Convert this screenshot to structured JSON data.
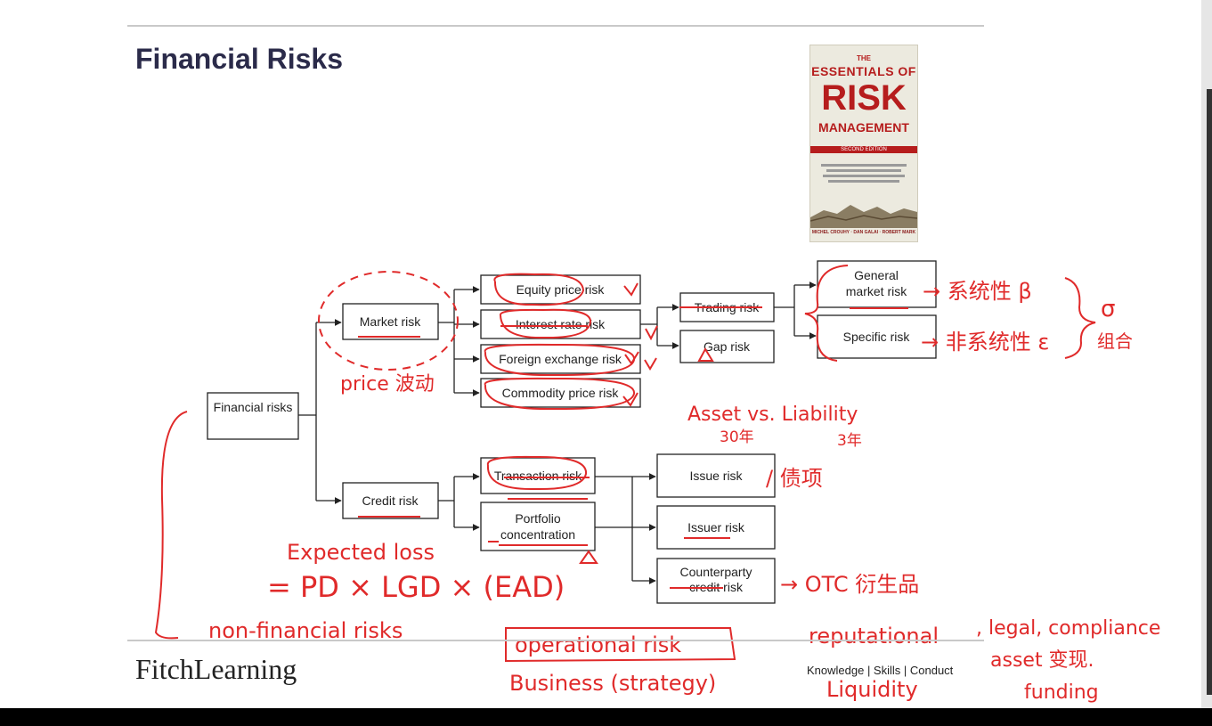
{
  "slide": {
    "title": "Financial Risks",
    "brand": "FitchLearning",
    "tagline": "Knowledge | Skills | Conduct"
  },
  "book": {
    "the": "THE",
    "essentials": "ESSENTIALS OF",
    "risk": "RISK",
    "management": "MANAGEMENT",
    "edition": "SECOND EDITION",
    "authors": "MICHEL CROUHY · DAN GALAI · ROBERT MARK"
  },
  "diagram": {
    "root": "Financial risks",
    "market": "Market risk",
    "equity": "Equity price risk",
    "interest": "Interest rate risk",
    "fx": "Foreign exchange risk",
    "commodity": "Commodity price risk",
    "trading": "Trading risk",
    "gap": "Gap risk",
    "general_line1": "General",
    "general_line2": "market risk",
    "specific": "Specific risk",
    "credit": "Credit risk",
    "transaction": "Transaction risk",
    "portfolio_line1": "Portfolio",
    "portfolio_line2": "concentration",
    "issue": "Issue risk",
    "issuer": "Issuer risk",
    "counterparty_line1": "Counterparty",
    "counterparty_line2": "credit risk"
  },
  "annotations": {
    "systematic": "→ 系统性 β",
    "nonsystematic": "→ 非系统性 ε",
    "sigma": "σ",
    "zuhe": "组合",
    "price_volatility": "price 波动",
    "asset_liability": "Asset vs. Liability",
    "asset_years": "30年",
    "liability_years": "3年",
    "bond": "/ 债项",
    "expected_loss": "Expected loss",
    "formula": "= PD × LGD × (EAD)",
    "otc": "→ OTC 衍生品",
    "non_financial": "non-financial risks",
    "operational": "operational risk",
    "business": "Business (strategy)",
    "reputational": "reputational",
    "legal": ", legal, compliance",
    "liquidity": "Liquidity",
    "asset_side": "asset 变现.",
    "funding": "funding"
  },
  "colors": {
    "ink": "#e02a2a",
    "title": "#2b2b4a",
    "book_red": "#b61d1d"
  }
}
